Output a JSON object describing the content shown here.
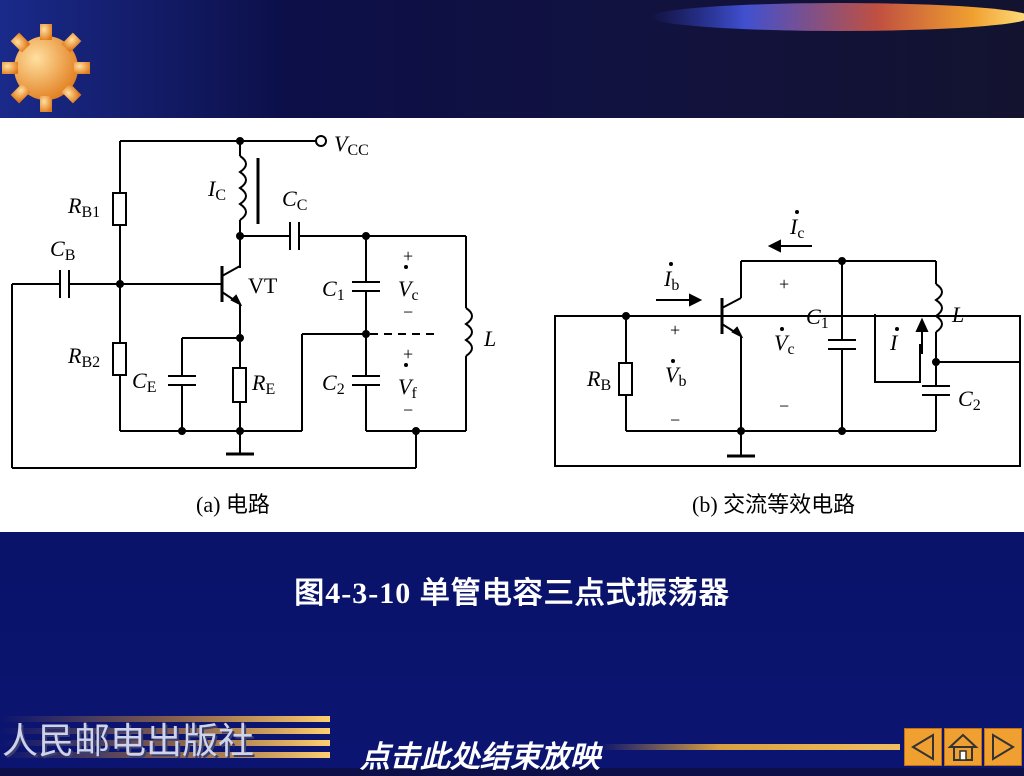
{
  "figure": {
    "left": {
      "vcc": "V",
      "vcc_sub": "CC",
      "rb1": "R",
      "rb1_sub": "B1",
      "rb2": "R",
      "rb2_sub": "B2",
      "cb": "C",
      "cb_sub": "B",
      "ic": "I",
      "ic_sub": "C",
      "cc": "C",
      "cc_sub": "C",
      "vt": "VT",
      "ce": "C",
      "ce_sub": "E",
      "re": "R",
      "re_sub": "E",
      "c1": "C",
      "c1_sub": "1",
      "c2": "C",
      "c2_sub": "2",
      "l": "L",
      "vc": "V",
      "vc_sub": "c",
      "vf": "V",
      "vf_sub": "f",
      "plus": "+",
      "minus": "−",
      "caption": "(a)  电路"
    },
    "right": {
      "ic": "I",
      "ic_sub": "c",
      "ib": "I",
      "ib_sub": "b",
      "rb": "R",
      "rb_sub": "B",
      "vb": "V",
      "vb_sub": "b",
      "vc": "V",
      "vc_sub": "c",
      "c1": "C",
      "c1_sub": "1",
      "c2": "C",
      "c2_sub": "2",
      "l": "L",
      "i": "I",
      "plus": "+",
      "minus": "−",
      "caption": "(b)  交流等效电路"
    }
  },
  "caption": "图4-3-10  单管电容三点式振荡器",
  "publisher": "人民邮电出版社",
  "end_show": "点击此处结束放映",
  "nav": {
    "prev_icon": "triangle-left-icon",
    "home_icon": "home-icon",
    "next_icon": "triangle-right-icon"
  },
  "colors": {
    "background": "#0a1266",
    "nav_button": "#f0a030",
    "gear": "#f0a030"
  }
}
